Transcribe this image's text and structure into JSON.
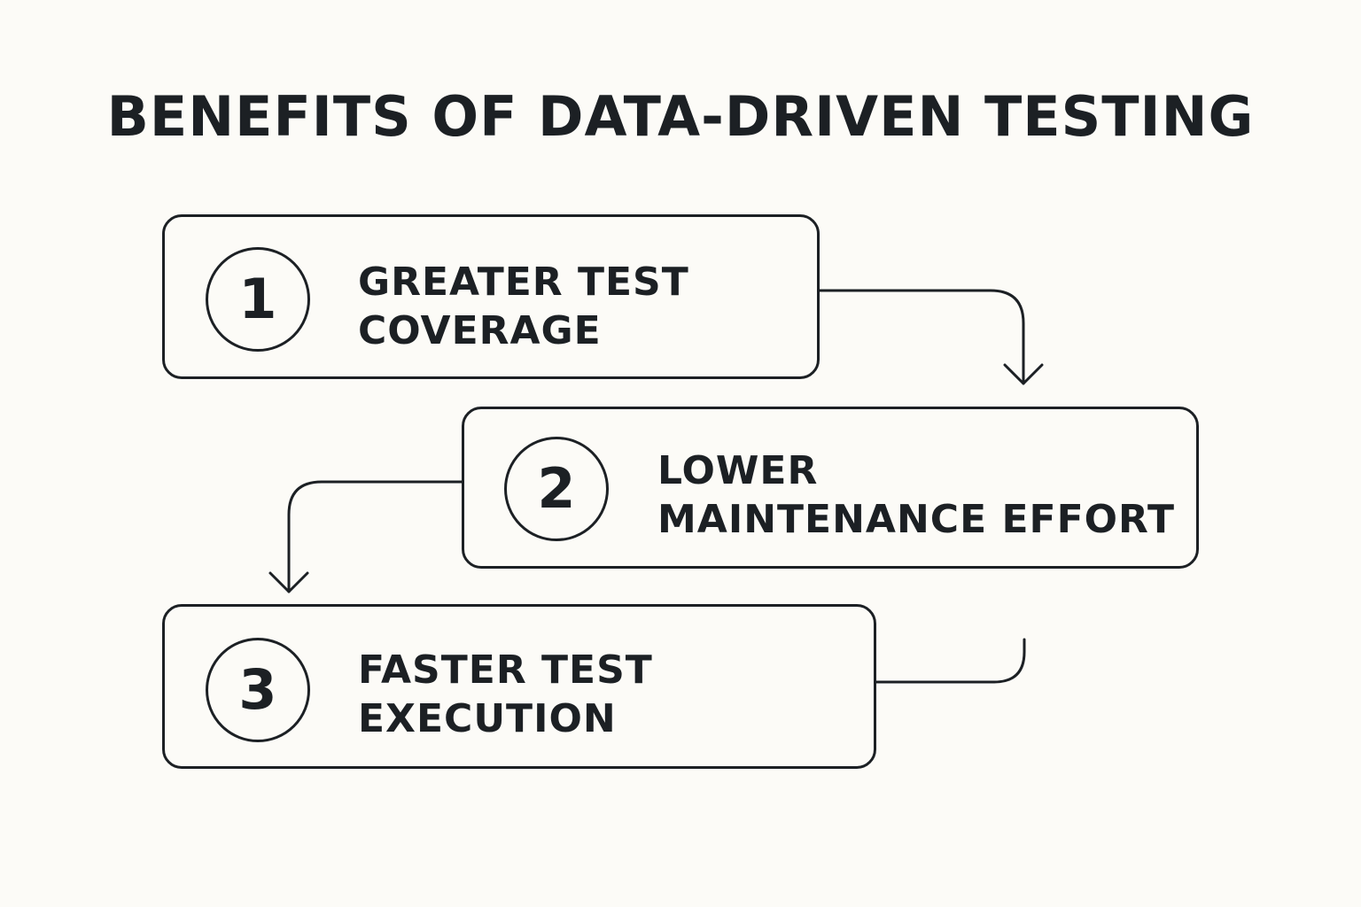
{
  "title": "BENEFITS OF DATA-DRIVEN TESTING",
  "steps": [
    {
      "number": "1",
      "lines": [
        "GREATER TEST",
        "COVERAGE"
      ]
    },
    {
      "number": "2",
      "lines": [
        "LOWER",
        "MAINTENANCE EFFORT"
      ]
    },
    {
      "number": "3",
      "lines": [
        "FASTER TEST",
        "EXECUTION"
      ]
    }
  ],
  "colors": {
    "background": "#fcfbf7",
    "ink": "#1c2024"
  }
}
